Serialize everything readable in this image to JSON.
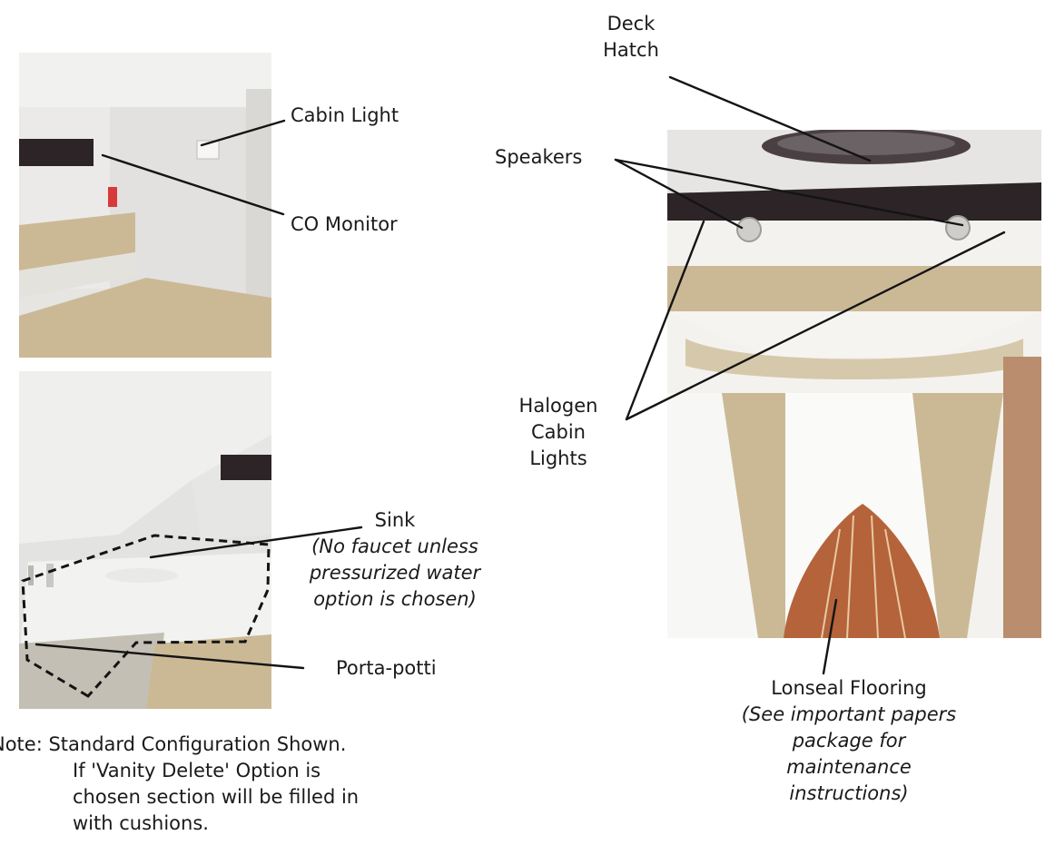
{
  "labels": {
    "cabin_light": "Cabin Light",
    "co_monitor": "CO Monitor",
    "sink": "Sink",
    "sink_note": [
      "(No faucet unless",
      "pressurized water",
      "option is chosen)"
    ],
    "porta_potti": "Porta-potti",
    "note": [
      "Note: Standard Configuration Shown.",
      "If 'Vanity Delete' Option is",
      "chosen section will be filled in",
      "with cushions."
    ],
    "deck_hatch": [
      "Deck",
      "Hatch"
    ],
    "speakers": "Speakers",
    "halogen": [
      "Halogen",
      "Cabin",
      "Lights"
    ],
    "flooring": "Lonseal Flooring",
    "flooring_note": [
      "(See important papers",
      "package for",
      "maintenance",
      "instructions)"
    ]
  },
  "colors": {
    "leader": "#141414",
    "cushion": "#cbb996",
    "wall": "#ededea",
    "trim": "#2d2427",
    "floor_teak": "#b5633a"
  }
}
